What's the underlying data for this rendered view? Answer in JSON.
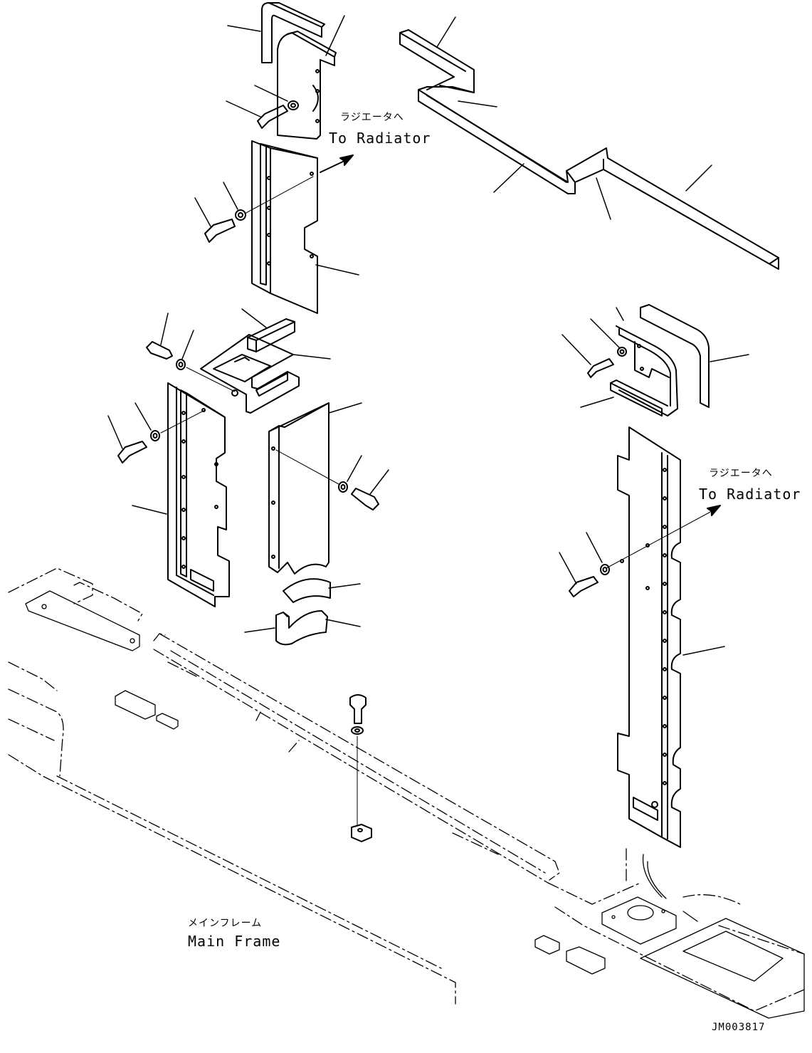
{
  "labels": {
    "radiator_top_jp": "ラジエータへ",
    "radiator_top_en": "To Radiator",
    "radiator_right_jp": "ラジエータへ",
    "radiator_right_en": "To Radiator",
    "main_frame_jp": "メインフレーム",
    "main_frame_en": "Main Frame",
    "drawing_id": "JM003817"
  }
}
